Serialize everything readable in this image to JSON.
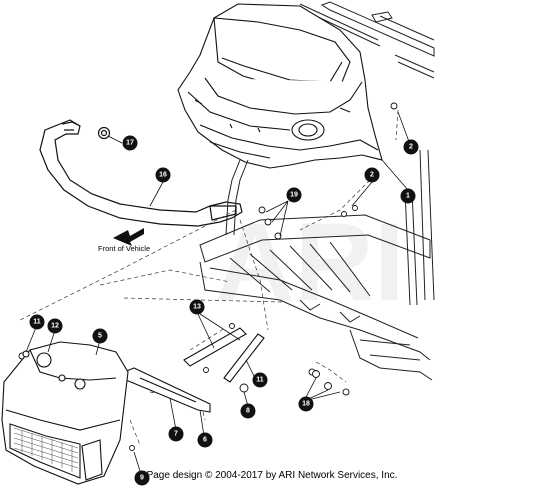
{
  "watermark": "ARI",
  "direction_label": "Front of Vehicle",
  "footer": "Page design © 2004-2017 by ARI Network Services, Inc.",
  "callouts": [
    {
      "id": "c2a",
      "label": "2"
    },
    {
      "id": "c1",
      "label": "1"
    },
    {
      "id": "c17",
      "label": "17"
    },
    {
      "id": "c16",
      "label": "16"
    },
    {
      "id": "c19",
      "label": "19"
    },
    {
      "id": "c2b",
      "label": "2"
    },
    {
      "id": "c11a",
      "label": "11"
    },
    {
      "id": "c12",
      "label": "12"
    },
    {
      "id": "c5",
      "label": "5"
    },
    {
      "id": "c13",
      "label": "13"
    },
    {
      "id": "c11b",
      "label": "11"
    },
    {
      "id": "c8",
      "label": "8"
    },
    {
      "id": "c18",
      "label": "18"
    },
    {
      "id": "c7",
      "label": "7"
    },
    {
      "id": "c6",
      "label": "6"
    },
    {
      "id": "c9",
      "label": "9"
    }
  ]
}
